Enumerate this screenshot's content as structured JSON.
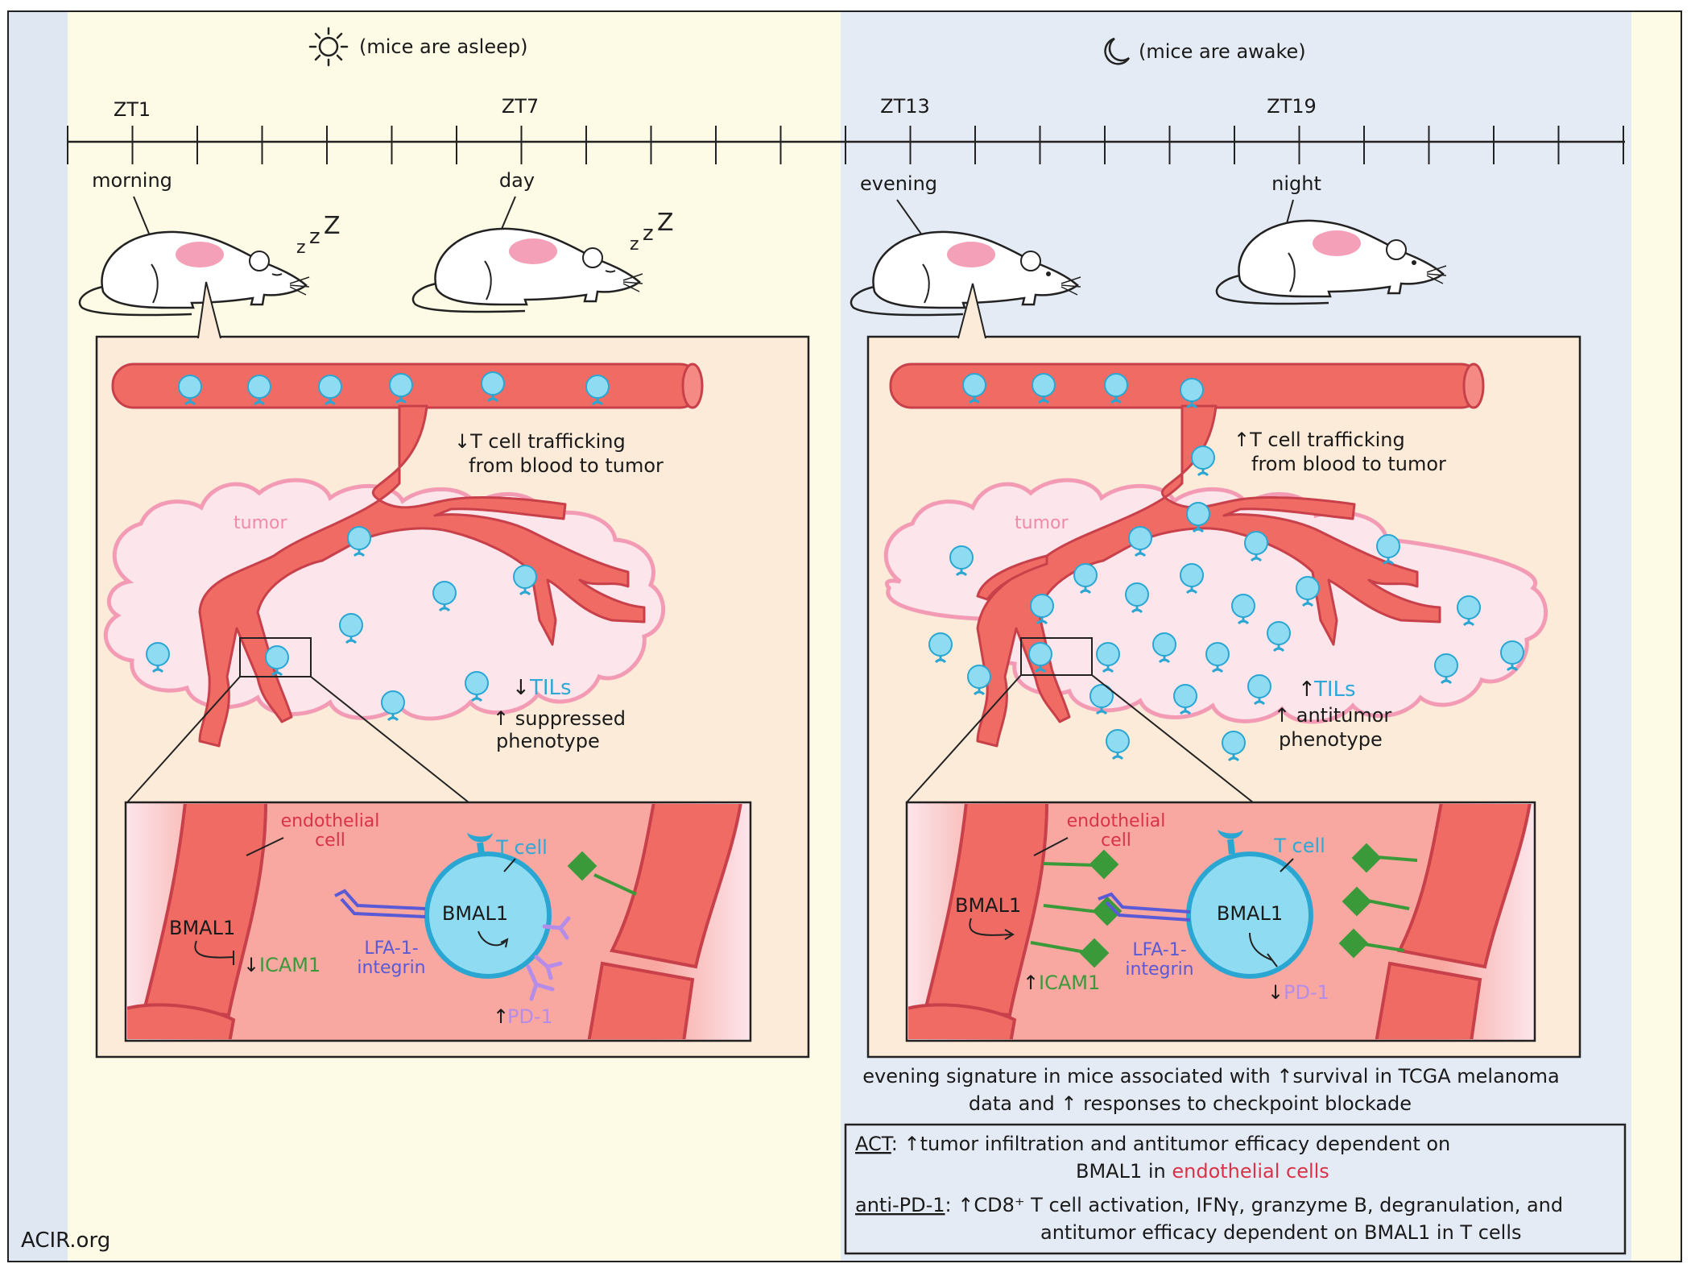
{
  "colors": {
    "day_bg": "#fdfbe6",
    "night_bg": "#e5ebf5",
    "side_bg": "#dfe7f3",
    "panel_bg": "#fcebd8",
    "vessel": "#ef6b64",
    "vessel_edge": "#c8404a",
    "tumor_fill": "#fce6ec",
    "tumor_edge": "#f39bb4",
    "tcell": "#8fdcf2",
    "tcell_edge": "#2aa6d2",
    "icam": "#3a9a3a",
    "pd1": "#b58ce8",
    "lfa": "#5a5ad6",
    "mouse_patch": "#f5a0b9"
  },
  "header": {
    "day_label": "(mice are asleep)",
    "night_label": "(mice are awake)",
    "sun_icon": "sun-icon",
    "moon_icon": "moon-icon"
  },
  "timeline": {
    "ticks": [
      "ZT1",
      "ZT7",
      "ZT13",
      "ZT19"
    ],
    "times": [
      "morning",
      "day",
      "evening",
      "night"
    ]
  },
  "left_panel": {
    "trafficking_line1": "↓T cell trafficking",
    "trafficking_line2": "from blood to tumor",
    "tumor_label": "tumor",
    "tils_arrow": "↓",
    "tils": "TILs",
    "phenotype_line1": "↑ suppressed",
    "phenotype_line2": "phenotype",
    "zoom": {
      "endothelial_line1": "endothelial",
      "endothelial_line2": "cell",
      "bmal1_endo": "BMAL1",
      "icam_arrow": "↓",
      "icam": "ICAM1",
      "tcell_label": "T cell",
      "bmal1_tcell": "BMAL1",
      "lfa_line1": "LFA-1-",
      "lfa_line2": "integrin",
      "pd1_arrow": "↑",
      "pd1": "PD-1"
    }
  },
  "right_panel": {
    "trafficking_line1": "↑T cell trafficking",
    "trafficking_line2": "from blood to tumor",
    "tumor_label": "tumor",
    "tils_arrow": "↑",
    "tils": "TILs",
    "phenotype_line1": "↑ antitumor",
    "phenotype_line2": "phenotype",
    "zoom": {
      "endothelial_line1": "endothelial",
      "endothelial_line2": "cell",
      "bmal1_endo": "BMAL1",
      "icam_arrow": "↑",
      "icam": "ICAM1",
      "tcell_label": "T cell",
      "bmal1_tcell": "BMAL1",
      "lfa_line1": "LFA-1-",
      "lfa_line2": "integrin",
      "pd1_arrow": "↓",
      "pd1": "PD-1"
    }
  },
  "signature": {
    "line1": "evening signature in mice associated with ↑survival in TCGA melanoma",
    "line2": "data and ↑ responses to checkpoint blockade"
  },
  "summary_box": {
    "act_label": "ACT",
    "act_line1": ": ↑tumor infiltration and antitumor efficacy dependent on",
    "act_line2a": "BMAL1 in ",
    "act_line2b": "endothelial cells",
    "pd1_label": "anti-PD-1",
    "pd1_line1": ": ↑CD8⁺ T cell activation, IFNγ, granzyme B, degranulation, and",
    "pd1_line2": "antitumor efficacy dependent on BMAL1 in T cells"
  },
  "footer": {
    "source": "ACIR.org"
  }
}
